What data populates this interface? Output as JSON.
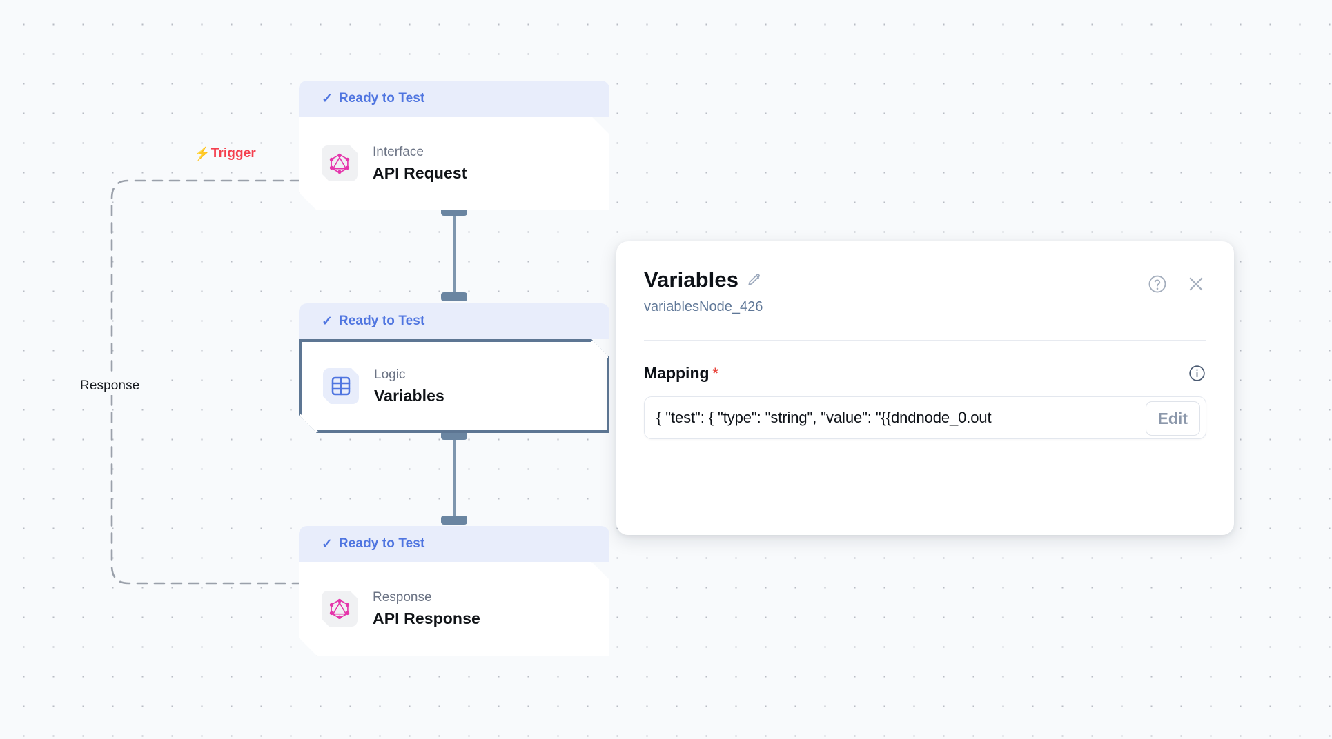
{
  "canvas": {
    "edges": [
      {
        "id": "trigger",
        "label": "Trigger",
        "color": "#f43f4e",
        "icon": "lightning-bolt-icon",
        "style": "dashed"
      },
      {
        "id": "response",
        "label": "Response",
        "color": "#15181d",
        "style": "dashed"
      }
    ]
  },
  "nodes": [
    {
      "id": "api-request",
      "status": "Ready to Test",
      "kind": "Interface",
      "title": "API Request",
      "icon": "graphql-icon",
      "selected": false
    },
    {
      "id": "variables",
      "status": "Ready to Test",
      "kind": "Logic",
      "title": "Variables",
      "icon": "table-grid-icon",
      "selected": true
    },
    {
      "id": "api-response",
      "status": "Ready to Test",
      "kind": "Response",
      "title": "API Response",
      "icon": "graphql-icon",
      "selected": false
    }
  ],
  "panel": {
    "title": "Variables",
    "edit_title_icon": "pencil-icon",
    "subtitle": "variablesNode_426",
    "help_icon": "help-circle-icon",
    "close_icon": "close-icon",
    "mapping": {
      "label": "Mapping",
      "required_marker": "*",
      "info_icon": "info-circle-icon",
      "value": "{  \"test\": {    \"type\": \"string\",   \"value\": \"{{dndnode_0.out",
      "edit_label": "Edit"
    }
  },
  "colors": {
    "accent_blue": "#4f75e0",
    "status_bg": "#e8edfb",
    "trigger_red": "#f43f4e",
    "graphql_pink": "#e535ab",
    "selected_border": "#5d7693",
    "connector": "#6a85a1"
  }
}
